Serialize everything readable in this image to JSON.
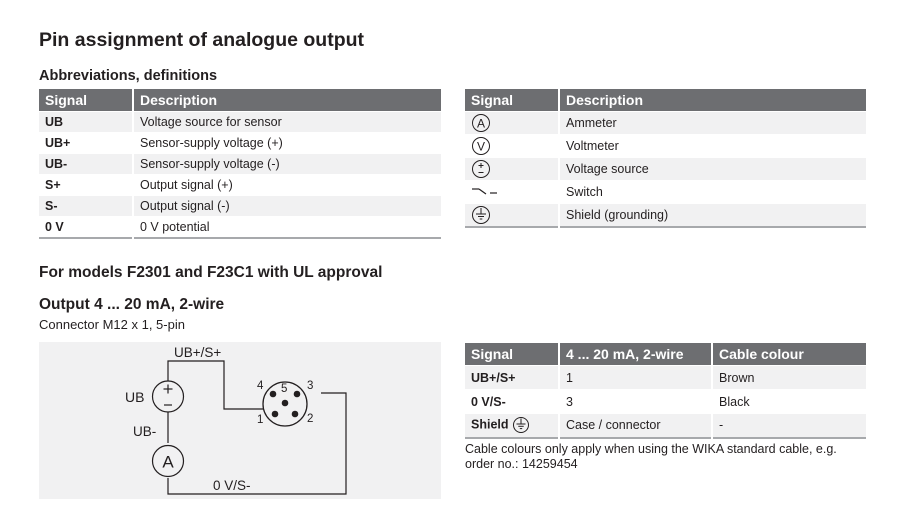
{
  "title": "Pin assignment of analogue output",
  "abbrev": {
    "heading": "Abbreviations, definitions",
    "left_table": {
      "headers": [
        "Signal",
        "Description"
      ],
      "rows": [
        {
          "signal": "UB",
          "desc": "Voltage source for sensor"
        },
        {
          "signal": "UB+",
          "desc": "Sensor-supply voltage (+)"
        },
        {
          "signal": "UB-",
          "desc": "Sensor-supply voltage (-)"
        },
        {
          "signal": "S+",
          "desc": "Output signal (+)"
        },
        {
          "signal": "S-",
          "desc": "Output signal (-)"
        },
        {
          "signal": "0 V",
          "desc": "0 V potential"
        }
      ]
    },
    "right_table": {
      "headers": [
        "Signal",
        "Description"
      ],
      "rows": [
        {
          "icon": "ammeter-icon",
          "glyph": "A",
          "desc": "Ammeter"
        },
        {
          "icon": "voltmeter-icon",
          "glyph": "V",
          "desc": "Voltmeter"
        },
        {
          "icon": "voltage-source-icon",
          "glyph": "",
          "desc": "Voltage source"
        },
        {
          "icon": "switch-icon",
          "glyph": "",
          "desc": "Switch"
        },
        {
          "icon": "shield-ground-icon",
          "glyph": "",
          "desc": "Shield (grounding)"
        }
      ]
    }
  },
  "models": {
    "heading": "For models F2301 and F23C1 with UL approval",
    "output_heading": "Output 4 ... 20 mA, 2-wire",
    "connector": "Connector M12 x 1, 5-pin",
    "diagram": {
      "ub_plus_s_plus": "UB+/S+",
      "ub": "UB",
      "ub_minus": "UB-",
      "zero_v_s_minus": "0 V/S-",
      "ammeter_glyph": "A",
      "pins": [
        "1",
        "2",
        "3",
        "4",
        "5"
      ]
    },
    "table": {
      "headers": [
        "Signal",
        "4 ... 20 mA, 2-wire",
        "Cable colour"
      ],
      "rows": [
        {
          "signal": "UB+/S+",
          "value": "1",
          "colour": "Brown"
        },
        {
          "signal": "0 V/S-",
          "value": "3",
          "colour": "Black"
        },
        {
          "signal": "Shield",
          "value": "Case / connector",
          "colour": "-"
        }
      ]
    },
    "note": "Cable colours only apply when using the WIKA standard cable, e.g. order no.: 14259454"
  }
}
